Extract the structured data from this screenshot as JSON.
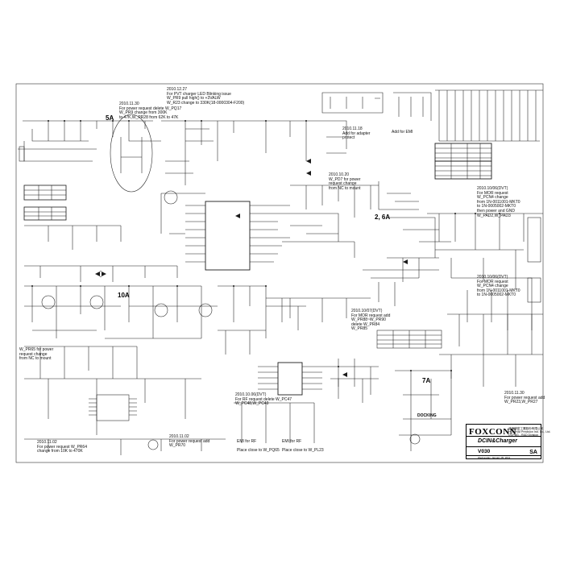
{
  "title_block": {
    "logo": "FOXCONN",
    "company": "鴻海精密工業股份有限公司\nHON HAI Precision Ind. Co., Ltd.\nCCPBG - R&D Division",
    "sheet_title": "DCIN&Charger",
    "model": "V030",
    "rev": "SA",
    "date": "Wednesday, January 05, 2011"
  },
  "notes": [
    {
      "id": "note-pvt-led",
      "text": "2010.12.27\nFor PVT charger LED Blinking issue\nW_PR9 pull high() to +3VALW\nW_R23 change to 330K(18-0000304-F200)"
    },
    {
      "id": "note-power-request-pq17",
      "text": "2010.11.30\nFor power request delete W_PQ17\nW_PR9 change from 300K\nto 47K,W_PR28 from 62K to 47K"
    },
    {
      "id": "note-adapter-protect",
      "text": "2010.11.18\nAdd for adapter\nprotect"
    },
    {
      "id": "note-add-emi-top",
      "text": "Add for EMI"
    },
    {
      "id": "note-pd7",
      "text": "2010.10.20\nW_PD7 for power\nrequest change\nfrom NC to mount"
    },
    {
      "id": "note-pcn4",
      "text": "2010.10/06(DVT)\nFor MOR request\nW_PCN4 change\nfrom 1N-0011001-MKT0\nto 1N-0005002-MKT0\nthen power and GND\nW_PAD2,W_PAD3"
    },
    {
      "id": "note-pcn4-b",
      "text": "2010.10/06(DVT)\nFor MOR request\nW_PCN4 change\nfrom 1N-0011001-MKT0\nto 1N-0005002-MKT0"
    },
    {
      "id": "note-pr65-left",
      "text": "W_PR65 for power\nrequest change\nfrom NC to mount"
    },
    {
      "id": "note-mor-add",
      "text": "2010.10/07(DVT)\nFor MOR request add\nW_PR88~W_PR90\ndelete W_PR84\nW_PR85"
    },
    {
      "id": "note-pc49",
      "text": "2010.10.06(DVT)\nFor RF request delete W_PC47\nW_PC48,W_PC49"
    },
    {
      "id": "note-pr70",
      "text": "2010.11.02\nFor power request add\nW_PR70"
    },
    {
      "id": "note-pr64",
      "text": "2010.11.02\nFor power request W_PR64\nchange from 10K to 470K"
    },
    {
      "id": "note-pr27",
      "text": "2010.11.30\nFor power request add\nW_PR23,W_PR27"
    },
    {
      "id": "note-emi-rf-1",
      "text": "EMI for RF\n\nPlace close to W_PQ65"
    },
    {
      "id": "note-emi-rf-2",
      "text": "EMI for RF\n\nPlace close to W_PL23"
    }
  ],
  "labels": {
    "current_5a": "5A",
    "current_10a": "10A",
    "current_26a": "2, 6A",
    "current_7a": "7A",
    "docking": "DOCKING"
  },
  "colors": {
    "line": "#1a1a1a",
    "paper": "#ffffff",
    "highlight_box": "#000000"
  }
}
